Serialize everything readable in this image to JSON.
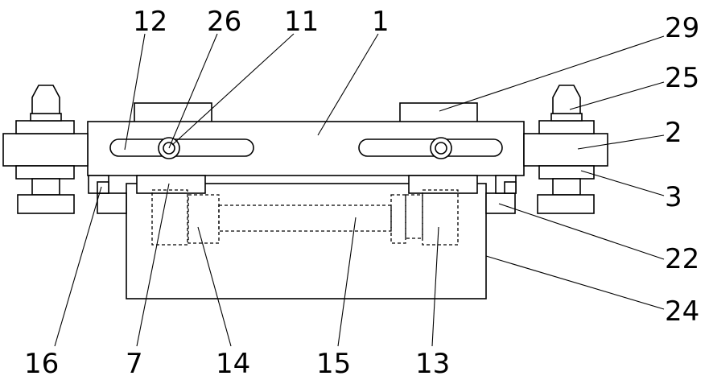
{
  "diagram": {
    "callouts": {
      "c12": "12",
      "c26": "26",
      "c11": "11",
      "c1": "1",
      "c29": "29",
      "c25": "25",
      "c2": "2",
      "c3": "3",
      "c22": "22",
      "c24": "24",
      "c16": "16",
      "c7": "7",
      "c14": "14",
      "c15": "15",
      "c13": "13"
    }
  }
}
